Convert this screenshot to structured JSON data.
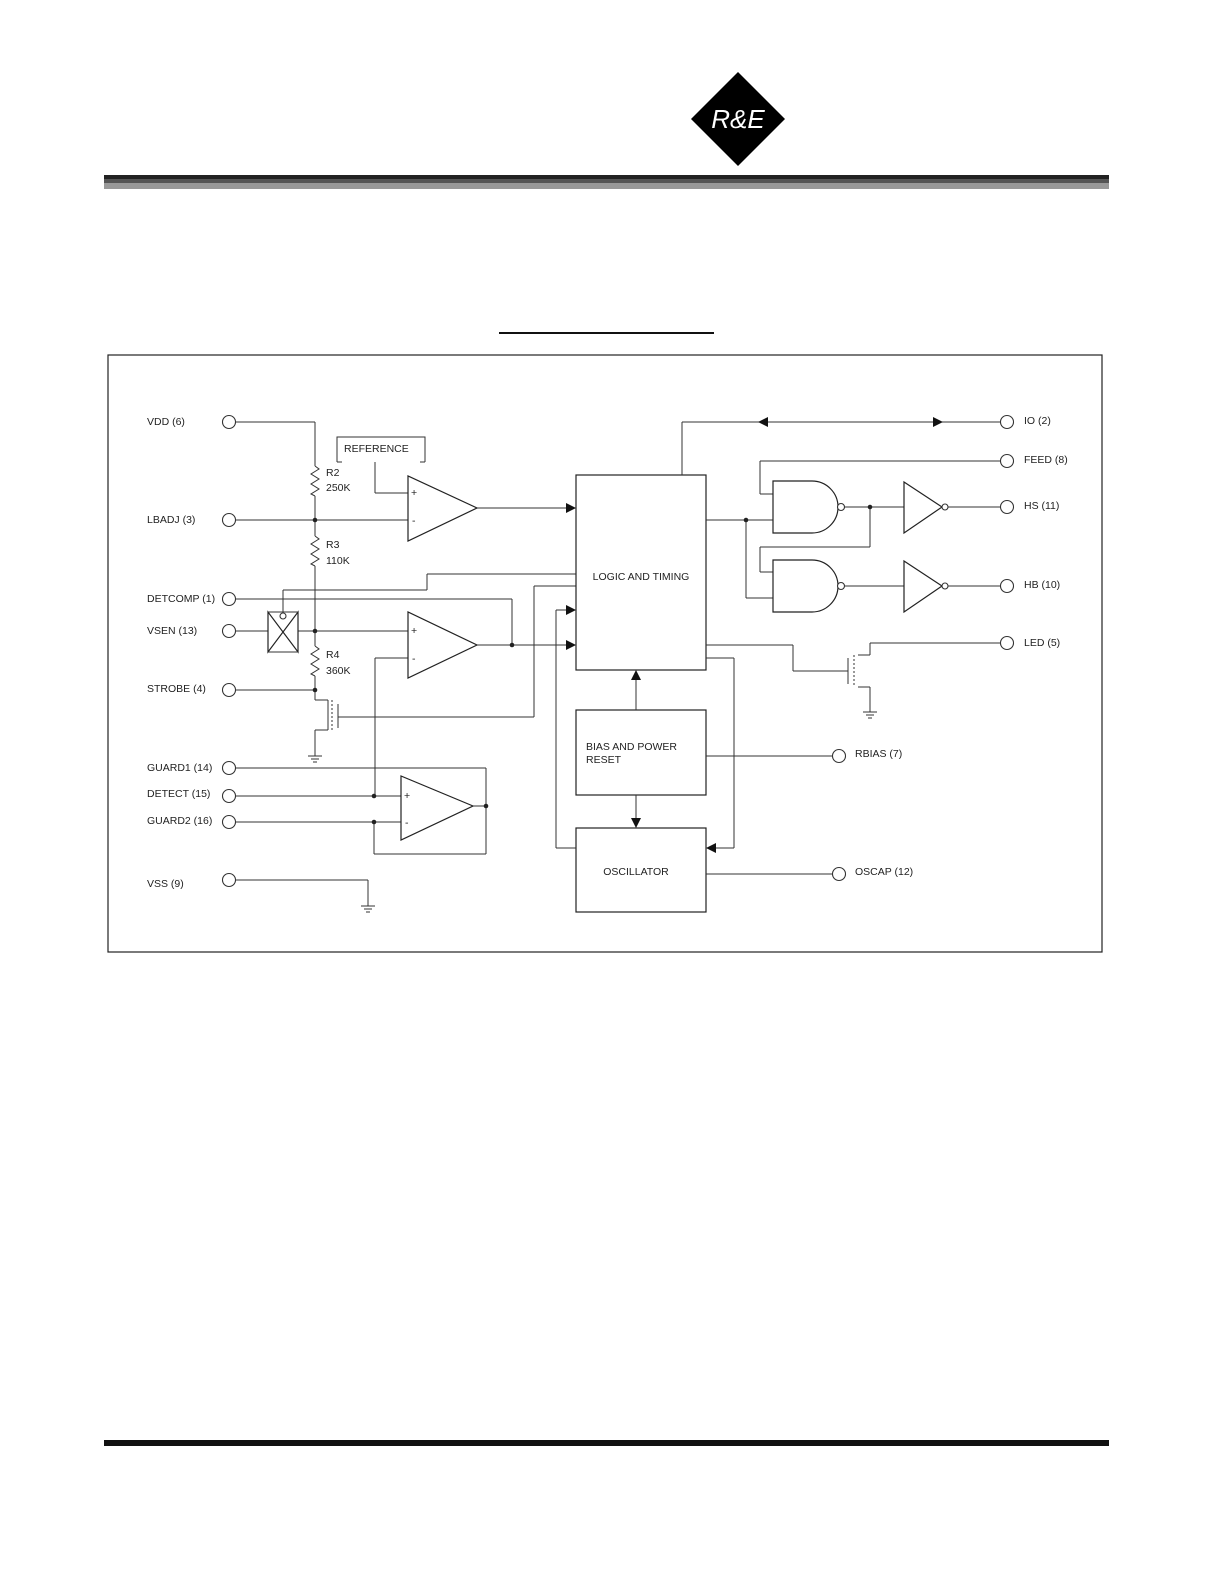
{
  "header": {
    "logo_text": "R&E"
  },
  "diagram": {
    "blocks": {
      "reference": "REFERENCE",
      "logic": "LOGIC AND TIMING",
      "bias_line1": "BIAS AND POWER",
      "bias_line2": "RESET",
      "oscillator": "OSCILLATOR"
    },
    "resistors": {
      "r2_name": "R2",
      "r2_value": "250K",
      "r3_name": "R3",
      "r3_value": "110K",
      "r4_name": "R4",
      "r4_value": "360K"
    },
    "pins_left": {
      "vdd": "VDD (6)",
      "lbadj": "LBADJ (3)",
      "detcomp": "DETCOMP (1)",
      "vsen": "VSEN (13)",
      "strobe": "STROBE (4)",
      "guard1": "GUARD1 (14)",
      "detect": "DETECT (15)",
      "guard2": "GUARD2 (16)",
      "vss": "VSS (9)"
    },
    "pins_right": {
      "io": "IO (2)",
      "feed": "FEED (8)",
      "hs": "HS (11)",
      "hb": "HB (10)",
      "led": "LED (5)",
      "rbias": "RBIAS (7)",
      "oscap": "OSCAP (12)"
    },
    "opamp_signs": {
      "plus": "+",
      "minus": "-"
    }
  }
}
